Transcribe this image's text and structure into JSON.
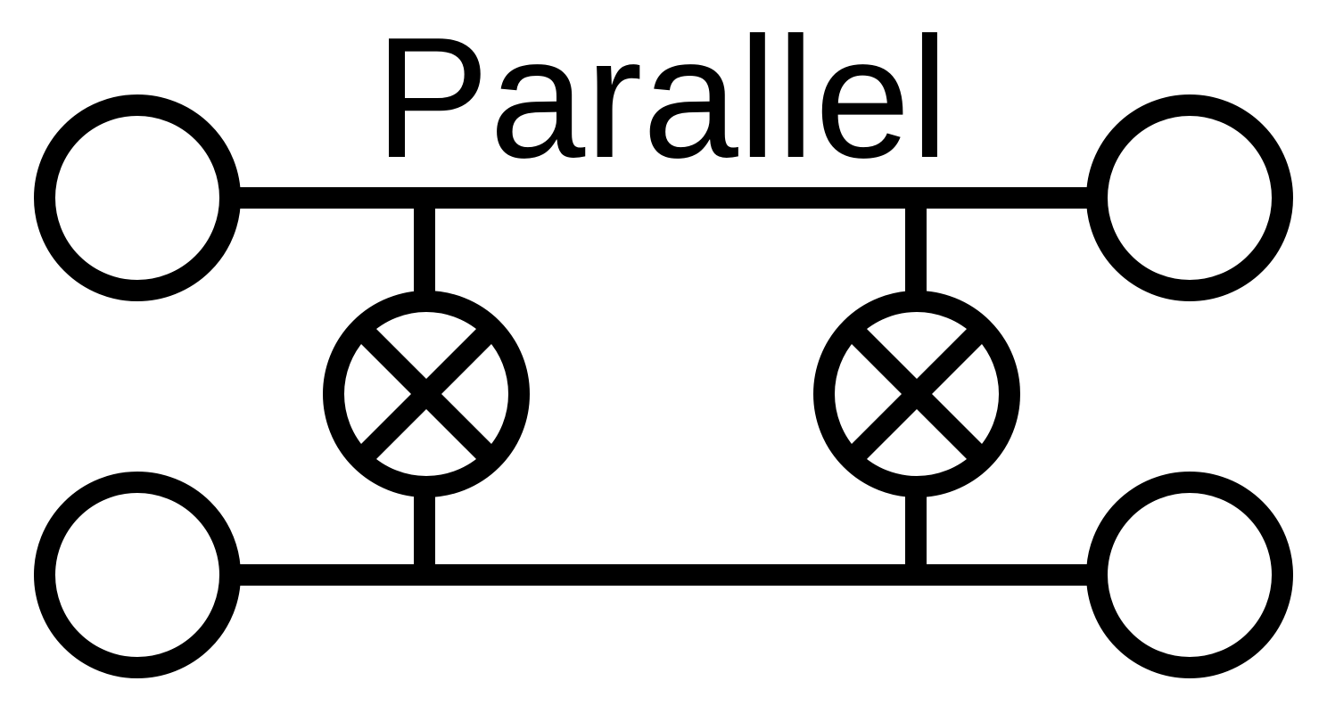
{
  "title": "Parallel",
  "colors": {
    "stroke": "#000000",
    "background": "#ffffff"
  },
  "components": {
    "terminals": [
      {
        "id": "top-left"
      },
      {
        "id": "top-right"
      },
      {
        "id": "bottom-left"
      },
      {
        "id": "bottom-right"
      }
    ],
    "lamps": [
      {
        "id": "left",
        "symbol": "lamp-icon"
      },
      {
        "id": "right",
        "symbol": "lamp-icon"
      }
    ],
    "connection": "parallel"
  }
}
